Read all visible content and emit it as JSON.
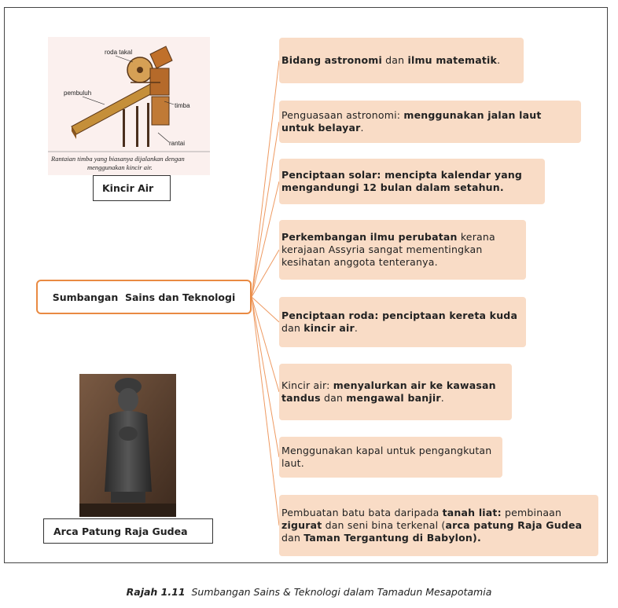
{
  "center": {
    "label": "Sumbangan  Sains dan Teknologi"
  },
  "nodes": [
    {
      "parts": [
        {
          "t": "Bidang astronomi",
          "b": true
        },
        {
          "t": " dan ",
          "b": false
        },
        {
          "t": "ilmu matematik",
          "b": true
        },
        {
          "t": ".",
          "b": false
        }
      ]
    },
    {
      "parts": [
        {
          "t": "Penguasaan astronomi: ",
          "b": false
        },
        {
          "t": "menggunakan jalan laut untuk belayar",
          "b": true
        },
        {
          "t": ".",
          "b": false
        }
      ]
    },
    {
      "parts": [
        {
          "t": "Penciptaan solar: mencipta kalendar yang mengandungi 12 bulan dalam setahun.",
          "b": true
        }
      ]
    },
    {
      "parts": [
        {
          "t": "Perkembangan ilmu perubatan",
          "b": true
        },
        {
          "t": " kerana kerajaan Assyria sangat mementingkan kesihatan anggota tenteranya.",
          "b": false
        }
      ]
    },
    {
      "parts": [
        {
          "t": "Penciptaan roda: penciptaan kereta kuda",
          "b": true
        },
        {
          "t": " dan ",
          "b": false
        },
        {
          "t": "kincir air",
          "b": true
        },
        {
          "t": ".",
          "b": false
        }
      ]
    },
    {
      "parts": [
        {
          "t": "Kincir air: ",
          "b": false
        },
        {
          "t": "menyalurkan air ke kawasan tandus",
          "b": true
        },
        {
          "t": " dan ",
          "b": false
        },
        {
          "t": "mengawal banjir",
          "b": true
        },
        {
          "t": ".",
          "b": false
        }
      ]
    },
    {
      "parts": [
        {
          "t": "Menggunakan kapal untuk pengangkutan laut.",
          "b": false
        }
      ]
    },
    {
      "parts": [
        {
          "t": "Pembuatan batu bata daripada ",
          "b": false
        },
        {
          "t": "tanah liat:",
          "b": true
        },
        {
          "t": " pembinaan ",
          "b": false
        },
        {
          "t": "zigurat",
          "b": true
        },
        {
          "t": " dan seni bina terkenal (",
          "b": false
        },
        {
          "t": "arca patung Raja Gudea",
          "b": true
        },
        {
          "t": " dan ",
          "b": false
        },
        {
          "t": "Taman Tergantung di Babylon).",
          "b": true
        }
      ]
    }
  ],
  "images": {
    "waterwheel": {
      "caption": "Kincir Air",
      "labels": {
        "wheel": "roda takal",
        "pipe": "pembuluh",
        "bucket": "timba",
        "chain": "rantai"
      },
      "inner_caption_line1": "Rantaian timba yang biasanya dijalankan dengan",
      "inner_caption_line2": "menggunakan kincir air."
    },
    "statue": {
      "caption": "Arca Patung Raja Gudea"
    }
  },
  "figure": {
    "number": "Rajah 1.11",
    "title": "Sumbangan Sains & Teknologi dalam Tamadun Mesapotamia"
  },
  "colors": {
    "node_fill": "#f9dcc6",
    "accent": "#e98a42",
    "line": "#ee9a62"
  }
}
